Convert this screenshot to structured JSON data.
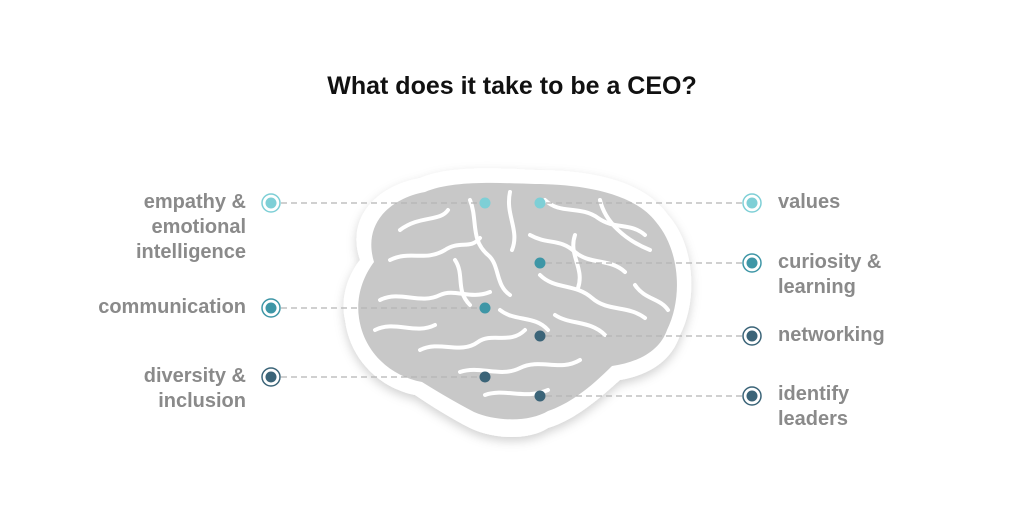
{
  "title": "What does it take to be a CEO?",
  "colors": {
    "light": "#7ecfd6",
    "mid": "#3e96a6",
    "dark": "#3b6478",
    "brain": "#c8c8c8",
    "label": "#8a8a8a"
  },
  "left_labels": [
    {
      "lines": [
        "empathy &",
        "emotional",
        "intelligence"
      ],
      "shade": "light"
    },
    {
      "lines": [
        "communication"
      ],
      "shade": "mid"
    },
    {
      "lines": [
        "diversity &",
        "inclusion"
      ],
      "shade": "dark"
    }
  ],
  "right_labels": [
    {
      "lines": [
        "values"
      ],
      "shade": "light"
    },
    {
      "lines": [
        "curiosity &",
        "learning"
      ],
      "shade": "mid"
    },
    {
      "lines": [
        "networking"
      ],
      "shade": "dark"
    },
    {
      "lines": [
        "identify",
        "leaders"
      ],
      "shade": "dark"
    }
  ]
}
